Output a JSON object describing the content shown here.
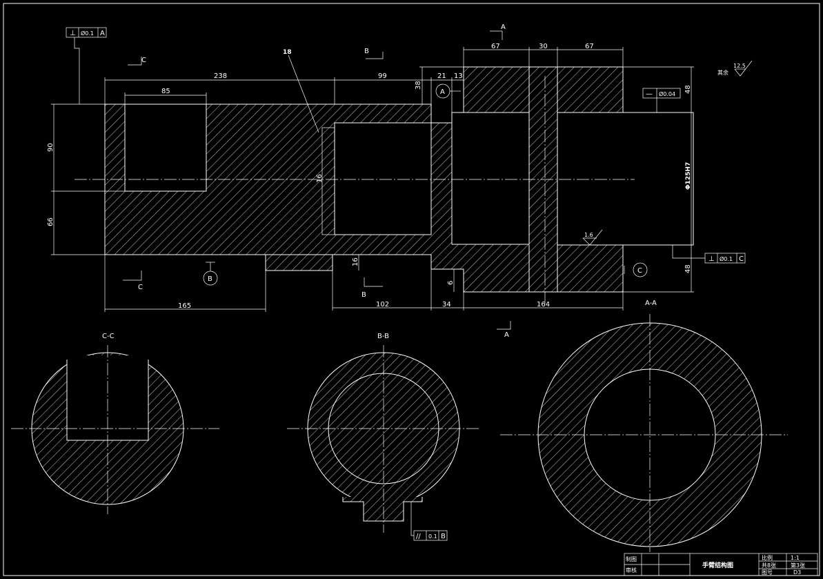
{
  "dims": {
    "d238": "238",
    "d99": "99",
    "d85": "85",
    "d21": "21",
    "d13": "13",
    "d38": "38",
    "d67a": "67",
    "d30": "30",
    "d67b": "67",
    "d48a": "48",
    "d48b": "48",
    "d90": "90",
    "d66": "66",
    "d16": "16",
    "d16b": "16",
    "d165": "165",
    "d102": "102",
    "d34": "34",
    "d164": "164",
    "d6": "6",
    "dia125": "Φ125H7"
  },
  "labels": {
    "part18": "18",
    "cut_c": "C",
    "cut_b": "B",
    "cut_a": "A",
    "datum_a": "A",
    "datum_b": "B",
    "datum_c": "C",
    "sec_cc": "C-C",
    "sec_bb": "B-B",
    "sec_aa": "A-A",
    "rough_rest_label": "其余",
    "rough_rest_val": "12.5",
    "rough_16": "1.6"
  },
  "tolerances": {
    "perp_a": {
      "symbol": "⊥",
      "value": "Ø0.1",
      "datum": "A"
    },
    "straight": {
      "symbol": "—",
      "value": "Ø0.04"
    },
    "perp_c": {
      "symbol": "⊥",
      "value": "Ø0.1",
      "datum": "C"
    },
    "parallel_b": {
      "symbol": "//",
      "value": "0.1",
      "datum": "B"
    }
  },
  "title_block": {
    "drawn": "制图",
    "checked": "审核",
    "title": "手臂结构图",
    "scale_label": "比例",
    "scale_value": "1:1",
    "sheets": "共8张",
    "sheet_no": "第3张",
    "drawing_no_label": "图号",
    "drawing_no": "D3"
  }
}
